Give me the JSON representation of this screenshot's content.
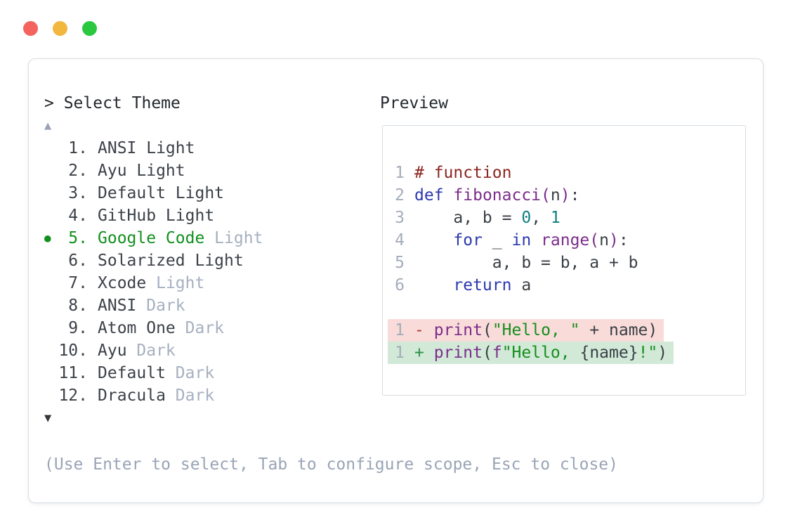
{
  "window": {
    "traffic_lights": [
      {
        "name": "close",
        "color": "#f4635e"
      },
      {
        "name": "minimize",
        "color": "#f2b73e"
      },
      {
        "name": "zoom",
        "color": "#2ac840"
      }
    ]
  },
  "prompt": {
    "text": "> Select Theme"
  },
  "theme_list": {
    "scroll_up_symbol": "▲",
    "scroll_down_symbol": "▼",
    "selected_marker": "●",
    "items": [
      {
        "number": "1.",
        "name": "ANSI Light",
        "variant": "",
        "selected": false
      },
      {
        "number": "2.",
        "name": "Ayu Light",
        "variant": "",
        "selected": false
      },
      {
        "number": "3.",
        "name": "Default Light",
        "variant": "",
        "selected": false
      },
      {
        "number": "4.",
        "name": "GitHub Light",
        "variant": "",
        "selected": false
      },
      {
        "number": "5.",
        "name": "Google Code",
        "variant": "Light",
        "selected": true
      },
      {
        "number": "6.",
        "name": "Solarized Light",
        "variant": "",
        "selected": false
      },
      {
        "number": "7.",
        "name": "Xcode",
        "variant": "Light",
        "selected": false
      },
      {
        "number": "8.",
        "name": "ANSI",
        "variant": "Dark",
        "selected": false
      },
      {
        "number": "9.",
        "name": "Atom One",
        "variant": "Dark",
        "selected": false
      },
      {
        "number": "10.",
        "name": "Ayu",
        "variant": "Dark",
        "selected": false
      },
      {
        "number": "11.",
        "name": "Default",
        "variant": "Dark",
        "selected": false
      },
      {
        "number": "12.",
        "name": "Dracula",
        "variant": "Dark",
        "selected": false
      }
    ]
  },
  "preview": {
    "title": "Preview",
    "code_lines": [
      {
        "num": "1",
        "tokens": [
          [
            "# function",
            "comment"
          ]
        ]
      },
      {
        "num": "2",
        "tokens": [
          [
            "def",
            "keyword"
          ],
          [
            " ",
            "plain"
          ],
          [
            "fibonacci",
            "name"
          ],
          [
            "(",
            "name"
          ],
          [
            "n",
            "plain"
          ],
          [
            ")",
            "name"
          ],
          [
            ":",
            "plain"
          ]
        ]
      },
      {
        "num": "3",
        "tokens": [
          [
            "    a, b = ",
            "plain"
          ],
          [
            "0",
            "number"
          ],
          [
            ", ",
            "plain"
          ],
          [
            "1",
            "number"
          ]
        ]
      },
      {
        "num": "4",
        "tokens": [
          [
            "    ",
            "plain"
          ],
          [
            "for",
            "keyword"
          ],
          [
            " _ ",
            "plain"
          ],
          [
            "in",
            "keyword"
          ],
          [
            " ",
            "plain"
          ],
          [
            "range",
            "name"
          ],
          [
            "(",
            "name"
          ],
          [
            "n",
            "plain"
          ],
          [
            ")",
            "name"
          ],
          [
            ":",
            "plain"
          ]
        ]
      },
      {
        "num": "5",
        "tokens": [
          [
            "        a, b = b, a + b",
            "plain"
          ]
        ]
      },
      {
        "num": "6",
        "tokens": [
          [
            "    ",
            "plain"
          ],
          [
            "return",
            "keyword"
          ],
          [
            " a",
            "plain"
          ]
        ]
      }
    ],
    "diff_lines": [
      {
        "num": "1",
        "kind": "removed",
        "tokens": [
          [
            "-",
            "minus"
          ],
          [
            " ",
            "plain"
          ],
          [
            "print",
            "name"
          ],
          [
            "(",
            "plain"
          ],
          [
            "\"Hello, \"",
            "string"
          ],
          [
            " + name",
            "plain"
          ],
          [
            ")",
            "plain"
          ]
        ]
      },
      {
        "num": "1",
        "kind": "added",
        "tokens": [
          [
            "+",
            "plus"
          ],
          [
            " ",
            "plain"
          ],
          [
            "print",
            "name"
          ],
          [
            "(",
            "plain"
          ],
          [
            "f",
            "name"
          ],
          [
            "\"Hello, ",
            "string"
          ],
          [
            "{name}",
            "plain"
          ],
          [
            "!\"",
            "string"
          ],
          [
            ")",
            "plain"
          ]
        ]
      }
    ]
  },
  "help_text": "(Use Enter to select, Tab to configure scope, Esc to close)",
  "colors": {
    "panel_border": "#d7dbe2",
    "prompt_text": "#24282e",
    "item_text": "#3c4148",
    "selected_green": "#12901f",
    "muted": "#a6b0c0",
    "scroll_up": "#98a2b4",
    "scroll_down": "#33373d",
    "help": "#9aa4b6",
    "line_number": "#a4adbb",
    "comment": "#8c2622",
    "keyword": "#2c3aad",
    "name": "#7b2d8b",
    "number": "#0e7f80",
    "string": "#168e1d",
    "plain": "#3a3f46",
    "minus_sign": "#b03a31",
    "plus_sign": "#2c9140",
    "removed_bg": "#f9dcd9",
    "added_bg": "#d2e9d8",
    "text_dark": "#2e333a"
  }
}
